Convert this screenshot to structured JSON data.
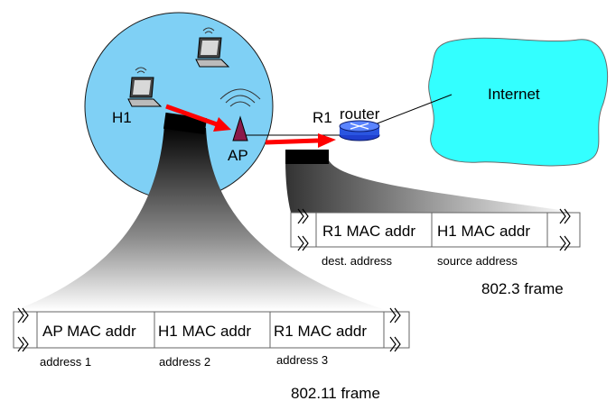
{
  "nodes": {
    "h1": "H1",
    "ap": "AP",
    "r1": "R1",
    "router": "router",
    "internet": "Internet"
  },
  "frame_80211": {
    "title": "802.11 frame",
    "fields": [
      "AP MAC addr",
      "H1 MAC addr",
      "R1 MAC addr"
    ],
    "captions": [
      "address 1",
      "address 2",
      "address 3"
    ]
  },
  "frame_8023": {
    "title": "802.3 frame",
    "fields": [
      "R1 MAC addr",
      "H1 MAC addr"
    ],
    "captions": [
      "dest. address",
      "source address"
    ]
  },
  "colors": {
    "cell": "#7fd0f5",
    "cloud": "#33ffff",
    "arrow": "#ff0000",
    "router": "#1f3fcf",
    "ap": "#8b1a4a"
  },
  "icons": [
    "laptop-icon",
    "access-point-icon",
    "router-icon",
    "cloud-icon",
    "frame-icon"
  ]
}
